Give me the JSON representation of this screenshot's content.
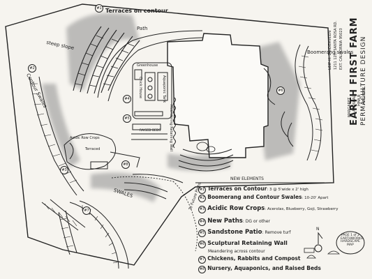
{
  "title": {
    "farm": "EARTH FIRST FARM",
    "subtitle": "PERMACULTURE DESIGN"
  },
  "address": [
    "LEIF H. ZUIDERVEEN",
    "1211 12th SANTA ROSA RD.",
    "EXT. CALIFORNIA 95023"
  ],
  "designer": [
    "MARGARET",
    "ARDIWALL",
    "HMA.B",
    "MRSWEBY"
  ],
  "labels": {
    "terraces": "Terraces on contour",
    "path": "Path",
    "steep_slope": "steep slope",
    "contour_swales": "Contour Swales",
    "boomerang_swales": "Boomerang swales",
    "swales": "SWALES",
    "greenhouse": "Greenhouse",
    "chicken_house": "Chick House",
    "aquaponic": "Aquaponic Tank",
    "raised_beds": "RAISED BEDS",
    "retaining_wall": "Meandering Retaining Wall",
    "acidic_beds": "Acidic Row Crops",
    "terraced": "Terraced",
    "new_elements": "NEW ELEMENTS",
    "to_paths": "To Future Paths"
  },
  "badges": [
    "#1",
    "#2",
    "#3",
    "#4",
    "#5",
    "#6",
    "#7",
    "#8"
  ],
  "legend": [
    {
      "num": "#1",
      "text": "Terraces on Contour",
      "note": ": 3 @ 5'wide x 2' high"
    },
    {
      "num": "#2",
      "text": "Boomerang and Contour Swales",
      "note": ": 10-20' Apart"
    },
    {
      "num": "#3",
      "text": "Acidic Row Crops",
      "note": ": Acerolas, Blueberry, Goji, Strawberry"
    },
    {
      "num": "#4",
      "text": "New Paths",
      "note": ": DG or other"
    },
    {
      "num": "#5",
      "text": "Sandstone Patio",
      "note": ": Remove turf"
    },
    {
      "num": "#6",
      "text": "Sculptural Retaining Wall",
      "note": "Meandering across contour"
    },
    {
      "num": "#7",
      "text": "Chickens, Rabbits and Compost",
      "note": ""
    },
    {
      "num": "#8",
      "text": "Nursery, Aquaponics, and Raised Beds",
      "note": ""
    }
  ],
  "corner_note": [
    "PAGE 1 of 2",
    "EARTHWORKS",
    "HARDSCAPE",
    "MAP"
  ],
  "north": "N",
  "colors": {
    "ink": "#222222",
    "paper": "#f6f4ef",
    "shade": "#9a9a9a"
  }
}
